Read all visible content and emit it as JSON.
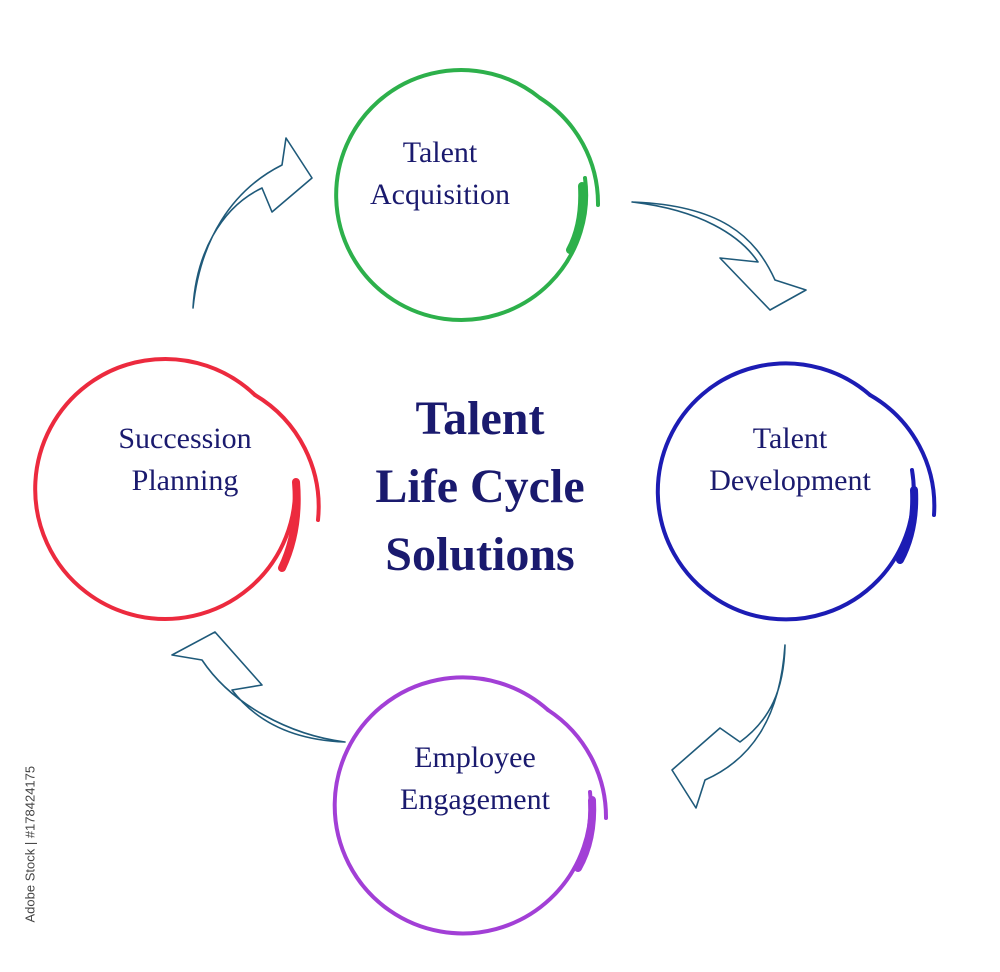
{
  "diagram": {
    "title_lines": [
      "Talent",
      "Life Cycle",
      "Solutions"
    ],
    "nodes": [
      {
        "id": "talent-acquisition",
        "lines": [
          "Talent",
          "Acquisition"
        ],
        "color": "#2db04b"
      },
      {
        "id": "talent-development",
        "lines": [
          "Talent",
          "Development"
        ],
        "color": "#1c1cb4"
      },
      {
        "id": "employee-engagement",
        "lines": [
          "Employee",
          "Engagement"
        ],
        "color": "#a23fd6"
      },
      {
        "id": "succession-planning",
        "lines": [
          "Succession",
          "Planning"
        ],
        "color": "#ec2a3e"
      }
    ],
    "edges": [
      {
        "from": "talent-acquisition",
        "to": "talent-development"
      },
      {
        "from": "talent-development",
        "to": "employee-engagement"
      },
      {
        "from": "employee-engagement",
        "to": "succession-planning"
      },
      {
        "from": "succession-planning",
        "to": "talent-acquisition"
      }
    ],
    "arrow_color": "#1f5a7a",
    "text_color": "#1a1a6e"
  },
  "stock_id": "Adobe Stock | #178424175"
}
